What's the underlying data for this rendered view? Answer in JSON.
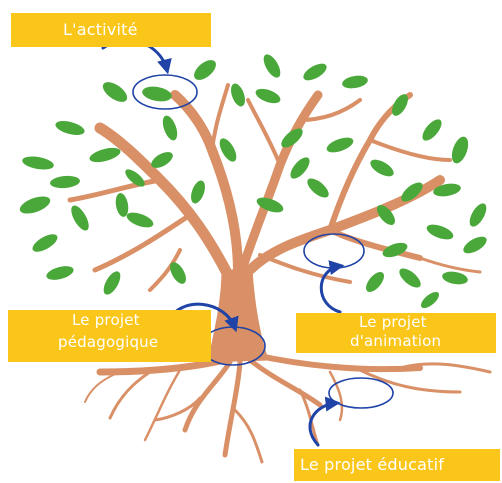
{
  "labels": {
    "activite": "L'activité",
    "pedagogique_line1": "Le projet",
    "pedagogique_line2": "pédagogique",
    "animation_line1": "Le projet",
    "animation_line2": "d'animation",
    "educatif": "Le projet éducatif"
  },
  "colors": {
    "banner": "#fbc61a",
    "banner_text": "#ffffff",
    "tree": "#d99066",
    "leaf": "#4aa83a",
    "arrow": "#1f43a6"
  }
}
